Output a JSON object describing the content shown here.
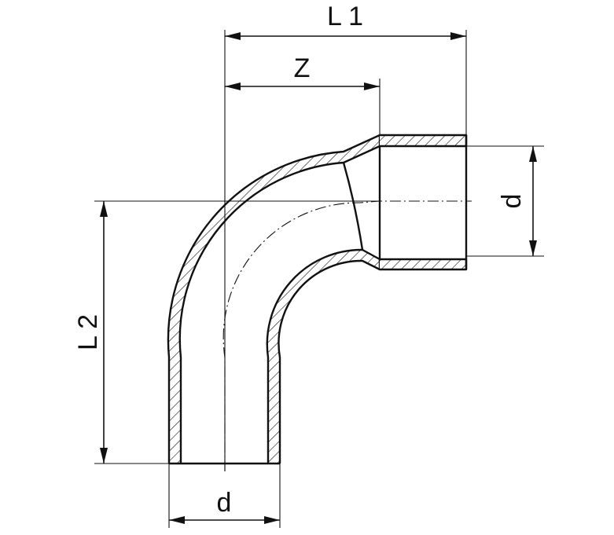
{
  "dimensions": {
    "overall_length_1": "L 1",
    "overall_length_2": "L 2",
    "insertion_offset": "Z",
    "diameter_socket": "d",
    "diameter_spigot": "d"
  }
}
